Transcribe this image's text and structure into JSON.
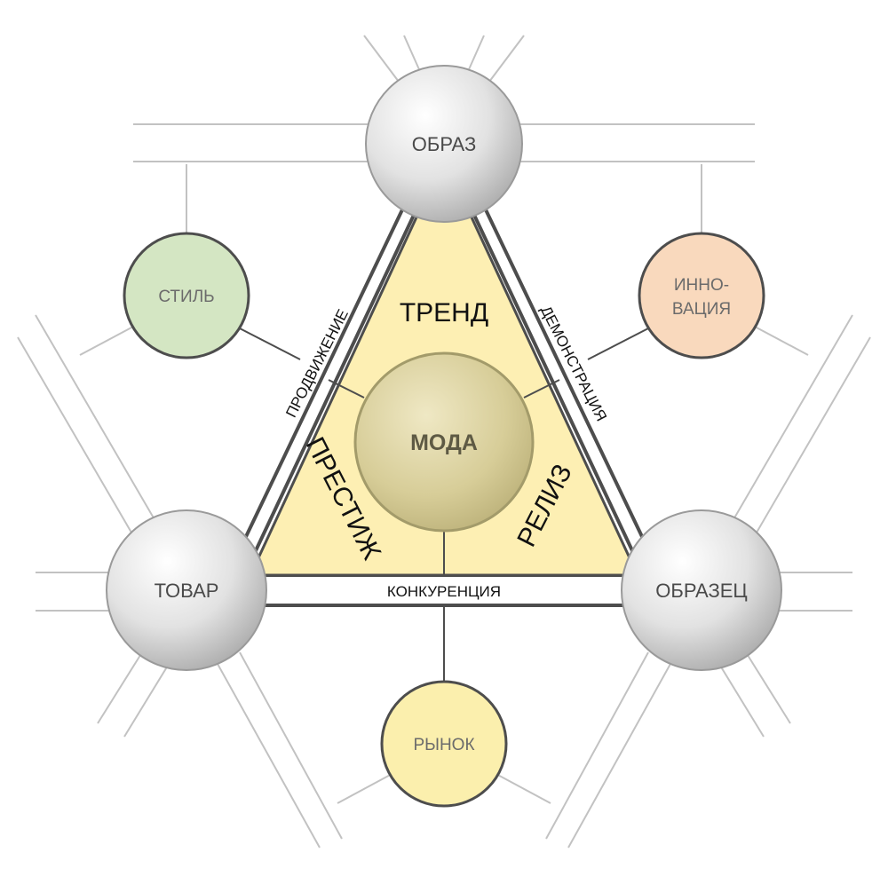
{
  "center": {
    "label": "МОДА",
    "fill": "#d9cf9c"
  },
  "zones": {
    "top": "ТРЕНД",
    "left": "ПРЕСТИЖ",
    "right": "РЕЛИЗ"
  },
  "vertices": {
    "top": "ОБРАЗ",
    "left": "ТОВАР",
    "right": "ОБРАЗЕЦ"
  },
  "edges": {
    "left": "ПРОДВИЖЕНИЕ",
    "right": "ДЕМОНСТРАЦИЯ",
    "bottom": "КОНКУРЕНЦИЯ"
  },
  "satellites": {
    "style": {
      "label": "СТИЛЬ",
      "color": "#d4e6c3"
    },
    "innovation": {
      "line1": "ИННО-",
      "line2": "ВАЦИЯ",
      "color": "#f9d9bd"
    },
    "market": {
      "label": "РЫНОК",
      "color": "#fbefad"
    }
  },
  "colors": {
    "triangle": "#fdefb3",
    "sphere": "#dcdcdc",
    "border": "#4d4d4d",
    "grid": "#bdbdbd"
  }
}
